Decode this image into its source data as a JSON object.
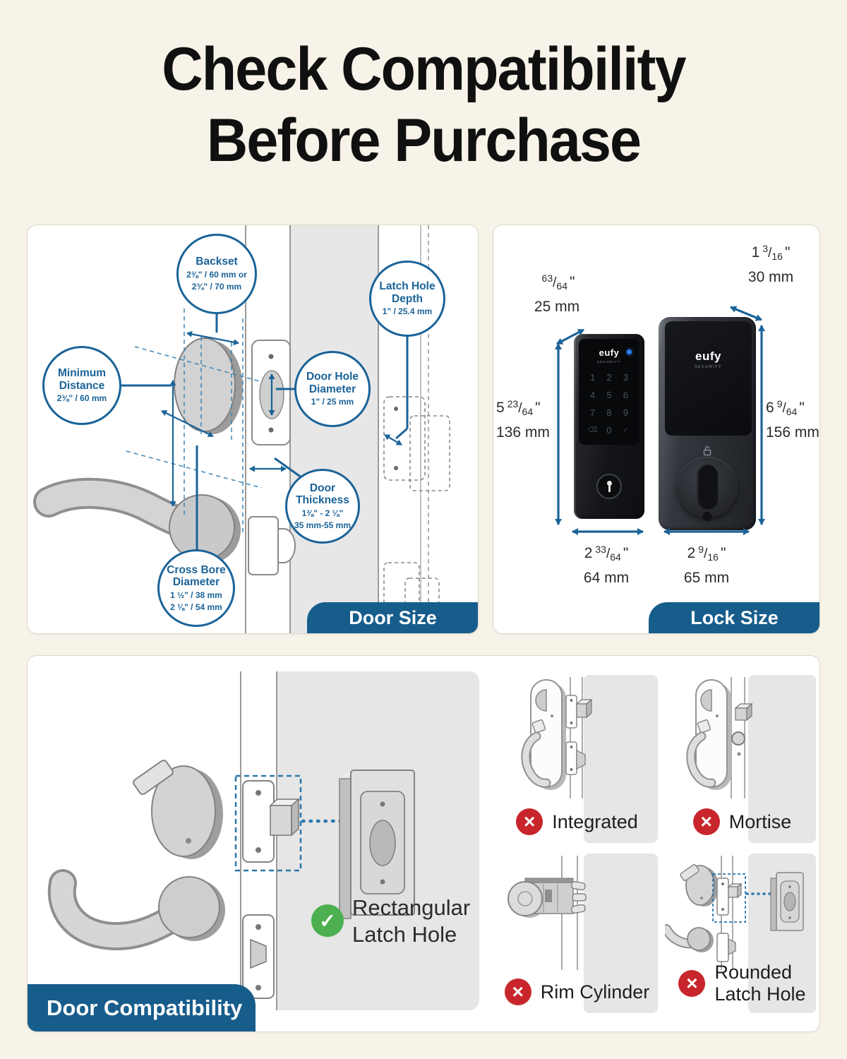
{
  "title": {
    "line1": "Check Compatibility",
    "line2": "Before Purchase"
  },
  "colors": {
    "background": "#f8f3e9",
    "panel_border": "#ddd8cb",
    "accent_blue": "#1a6398",
    "banner_blue": "#175d8c",
    "incompatible_red": "#c8262c",
    "compatible_green": "#4caf50",
    "lock_black": "#141519",
    "door_gray": "#e7e7e7"
  },
  "icons": {
    "incompatible_x": "×",
    "compatible_check": "✓",
    "backspace": "⌫",
    "shield_check": "✓"
  },
  "door_size": {
    "banner": "Door Size",
    "callouts": [
      {
        "title": "Backset",
        "lines": [
          "2⅜\" / 60 mm or",
          "2¾\" / 70 mm"
        ]
      },
      {
        "title": "Minimum Distance",
        "lines": [
          "2⅜\" / 60 mm"
        ]
      },
      {
        "title": "Latch Hole Depth",
        "lines": [
          "1\" / 25.4 mm"
        ]
      },
      {
        "title": "Door Hole Diameter",
        "lines": [
          "1\" / 25 mm"
        ]
      },
      {
        "title": "Door Thickness",
        "lines": [
          "1⅜\" - 2 ⅛\"",
          "35 mm-55 mm"
        ]
      },
      {
        "title": "Cross Bore Diameter",
        "lines": [
          "1 ½\" / 38 mm",
          "2 ⅛\" / 54 mm"
        ]
      }
    ]
  },
  "lock_size": {
    "banner": "Lock Size",
    "front_lock": {
      "brand": "eufy",
      "brand_sub": "SECURITY",
      "keys": [
        "1",
        "2",
        "3",
        "4",
        "5",
        "6",
        "7",
        "8",
        "9",
        "⌫",
        "0",
        "✓"
      ]
    },
    "rear_lock": {
      "brand": "eufy",
      "brand_sub": "SECURITY"
    },
    "measurements": [
      {
        "name": "front-depth",
        "whole": "",
        "num": "63",
        "den": "64",
        "unit": "\"",
        "mm": "25 mm"
      },
      {
        "name": "rear-depth",
        "whole": "1",
        "num": "3",
        "den": "16",
        "unit": "\"",
        "mm": "30 mm"
      },
      {
        "name": "front-height",
        "whole": "5",
        "num": "23",
        "den": "64",
        "unit": "\"",
        "mm": "136 mm"
      },
      {
        "name": "rear-height",
        "whole": "6",
        "num": "9",
        "den": "64",
        "unit": "\"",
        "mm": "156 mm"
      },
      {
        "name": "front-width",
        "whole": "2",
        "num": "33",
        "den": "64",
        "unit": "\"",
        "mm": "64 mm"
      },
      {
        "name": "rear-width",
        "whole": "2",
        "num": "9",
        "den": "16",
        "unit": "\"",
        "mm": "65 mm"
      }
    ]
  },
  "door_compatibility": {
    "banner": "Door Compatibility",
    "compatible_label": [
      "Rectangular",
      "Latch Hole"
    ],
    "incompatible": [
      {
        "label": [
          "Integrated"
        ]
      },
      {
        "label": [
          "Mortise"
        ]
      },
      {
        "label": [
          "Rim Cylinder"
        ]
      },
      {
        "label": [
          "Rounded",
          "Latch Hole"
        ]
      }
    ]
  }
}
